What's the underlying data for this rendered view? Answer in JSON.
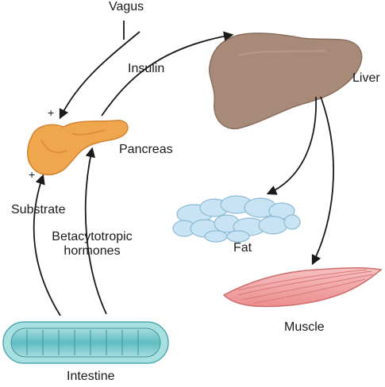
{
  "labels": {
    "vagus": "Vagus",
    "insulin": "Insulin",
    "liver": "Liver",
    "pancreas": "Pancreas",
    "fat": "Fat",
    "muscle": "Muscle",
    "substrate": "Substrate",
    "betacytotropic_line1": "Betacytotropic",
    "betacytotropic_line2": "hormones",
    "intestine": "Intestine",
    "plus_vagus": "+",
    "plus_substrate": "+"
  },
  "colors": {
    "liver": "#a88a78",
    "pancreas": "#f0a64c",
    "fat": "#c8e4f4",
    "muscle": "#f2a3a3",
    "intestine": "#7cc9cc",
    "arrow": "#1a1a1a"
  }
}
